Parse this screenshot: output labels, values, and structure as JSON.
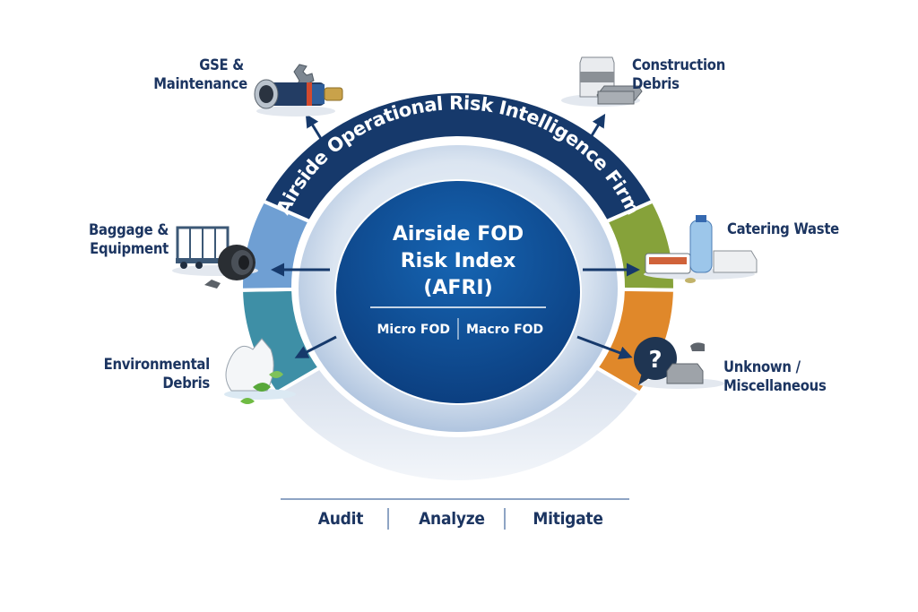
{
  "diagram": {
    "outer_ring_title": "Airside Operational Risk Intelligence Firm",
    "center": {
      "title_lines": [
        "Airside FOD",
        "Risk Index",
        "(AFRI)"
      ],
      "sub_left": "Micro FOD",
      "sub_right": "Macro FOD"
    },
    "categories": [
      {
        "id": "gse",
        "lines": [
          "GSE &",
          "Maintenance"
        ],
        "icon": "hydraulic-fitting-wrench-icon",
        "color": "#16396b",
        "side": "top-left"
      },
      {
        "id": "construction",
        "lines": [
          "Construction",
          "Debris"
        ],
        "icon": "cement-bag-brick-icon",
        "color": "#16396b",
        "side": "top-right"
      },
      {
        "id": "baggage",
        "lines": [
          "Baggage &",
          "Equipment"
        ],
        "icon": "baggage-cart-tire-icon",
        "color": "#6f9fd3",
        "side": "left"
      },
      {
        "id": "catering",
        "lines": [
          "Catering Waste"
        ],
        "icon": "food-container-bottle-icon",
        "color": "#86a23a",
        "side": "right"
      },
      {
        "id": "environmental",
        "lines": [
          "Environmental",
          "Debris"
        ],
        "icon": "plastic-bag-leaves-icon",
        "color": "#3e8fa6",
        "side": "left"
      },
      {
        "id": "unknown",
        "lines": [
          "Unknown /",
          "Miscellaneous"
        ],
        "icon": "question-bubble-stone-icon",
        "color": "#e0882a",
        "side": "right"
      }
    ],
    "footer": [
      "Audit",
      "Analyze",
      "Mitigate"
    ]
  },
  "colors": {
    "navy": "#16396b",
    "center_blue": "#0e4e97",
    "text_navy": "#1c3561",
    "baggage_blue": "#6f9fd3",
    "environmental_teal": "#3e8fa6",
    "catering_green": "#86a23a",
    "unknown_orange": "#e0882a",
    "bottom_segment": "#dfe6f0"
  }
}
